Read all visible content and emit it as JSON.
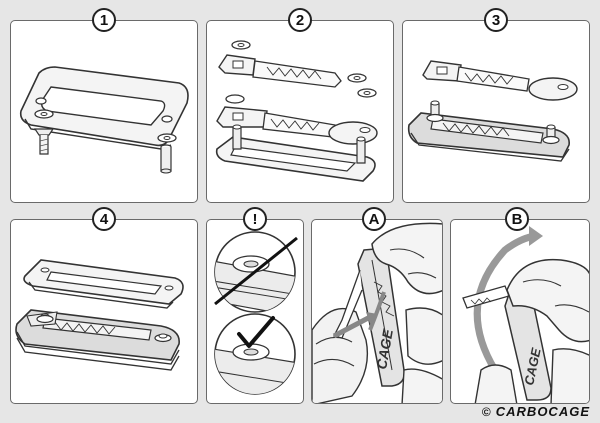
{
  "steps": [
    {
      "id": "1",
      "label": "1"
    },
    {
      "id": "2",
      "label": "2"
    },
    {
      "id": "3",
      "label": "3"
    },
    {
      "id": "4",
      "label": "4"
    },
    {
      "id": "warning",
      "label": "!"
    },
    {
      "id": "A",
      "label": "A"
    },
    {
      "id": "B",
      "label": "B"
    }
  ],
  "brand": {
    "copyright": "©",
    "name": "CARBOCAGE"
  },
  "colors": {
    "background": "#e6e6e6",
    "panel": "#ffffff",
    "line": "#333333",
    "shade": "#d0d0d0"
  }
}
